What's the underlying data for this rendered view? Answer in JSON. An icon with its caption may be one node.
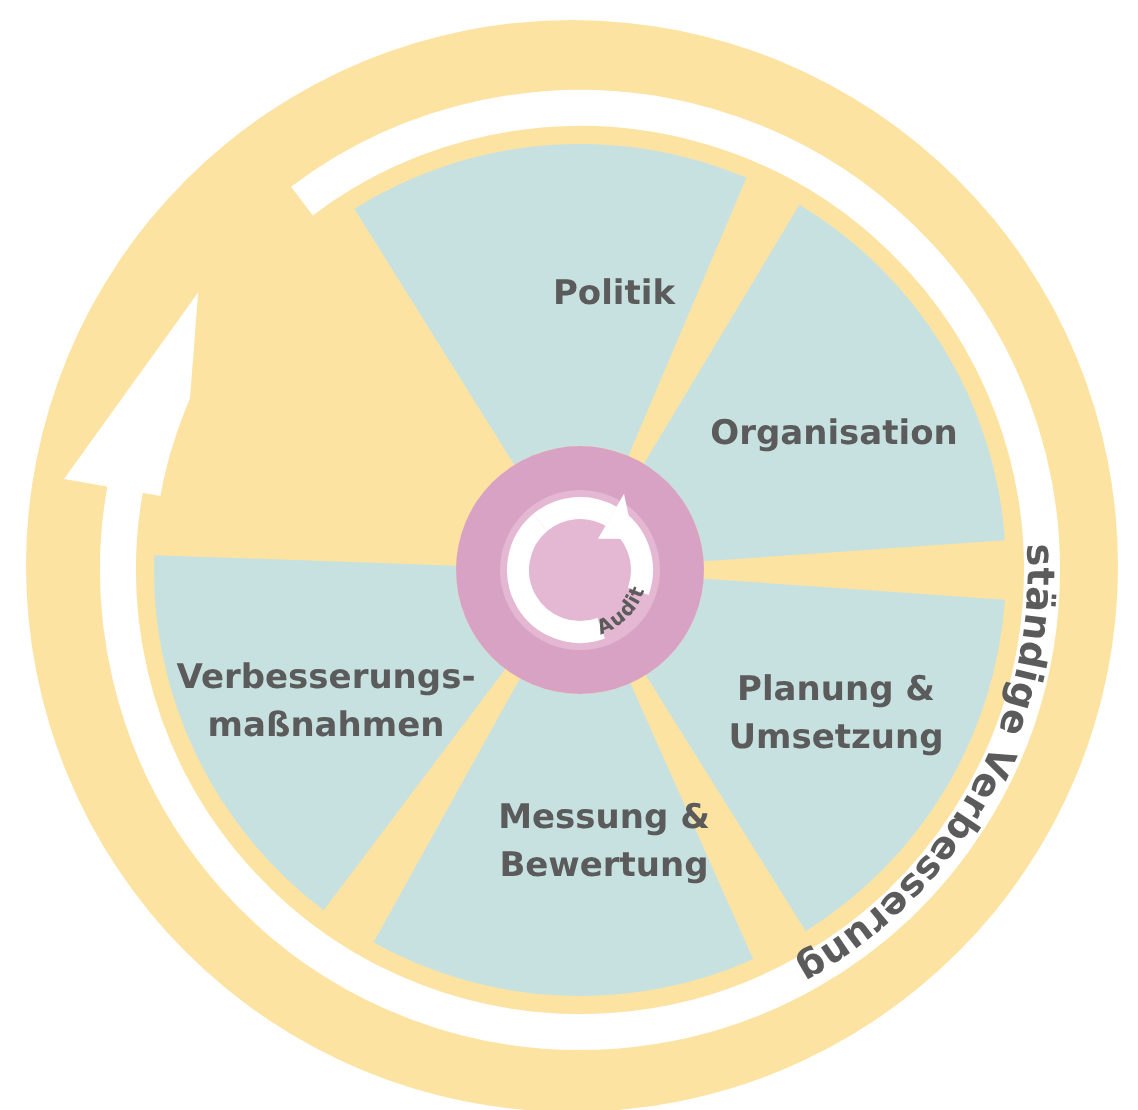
{
  "diagram": {
    "nodes": [
      {
        "text": [
          "Politik"
        ]
      },
      {
        "text": [
          "Organisation"
        ]
      },
      {
        "text": [
          "Planung & Umsetzung"
        ]
      },
      {
        "text": [
          "Messung & Bewertung"
        ]
      },
      {
        "text": [
          "Verbesserungs- maßnahmen"
        ]
      },
      {
        "text": [
          "Audit"
        ]
      }
    ],
    "labels": [
      "ständige Verbesserung"
    ]
  }
}
